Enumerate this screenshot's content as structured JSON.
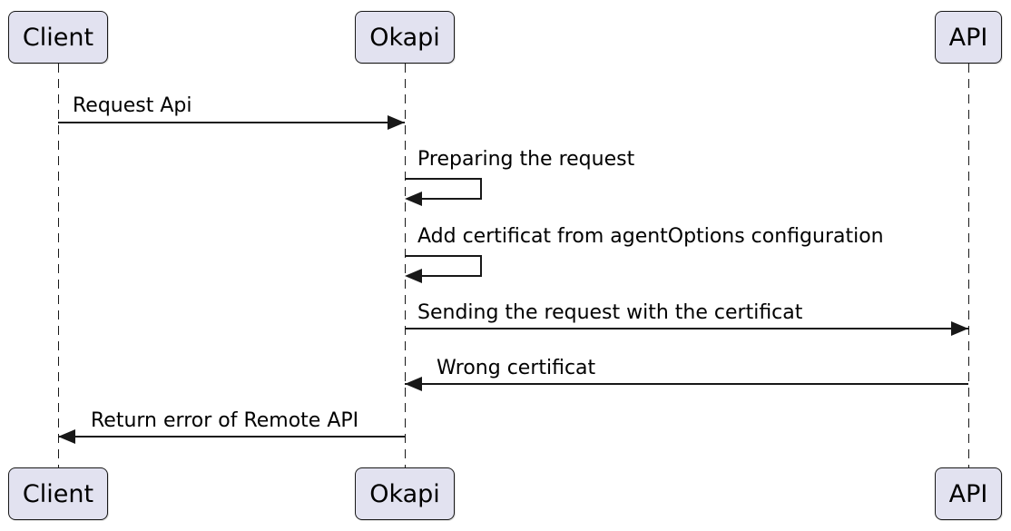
{
  "diagram": {
    "type": "sequence",
    "colors": {
      "background": "#ffffff",
      "participant_fill": "#E2E2F0",
      "participant_border": "#181818",
      "line": "#181818",
      "text": "#000000"
    },
    "participants": [
      {
        "id": "client",
        "label": "Client"
      },
      {
        "id": "okapi",
        "label": "Okapi"
      },
      {
        "id": "api",
        "label": "API"
      }
    ],
    "messages": [
      {
        "from": "client",
        "to": "okapi",
        "type": "arrow",
        "label": "Request Api"
      },
      {
        "from": "okapi",
        "to": "okapi",
        "type": "self",
        "label": "Preparing the request"
      },
      {
        "from": "okapi",
        "to": "okapi",
        "type": "self",
        "label": "Add certificat from agentOptions configuration"
      },
      {
        "from": "okapi",
        "to": "api",
        "type": "arrow",
        "label": "Sending the request with the certificat"
      },
      {
        "from": "api",
        "to": "okapi",
        "type": "arrow",
        "label": "Wrong certificat"
      },
      {
        "from": "okapi",
        "to": "client",
        "type": "arrow",
        "label": "Return error of Remote API"
      }
    ]
  }
}
